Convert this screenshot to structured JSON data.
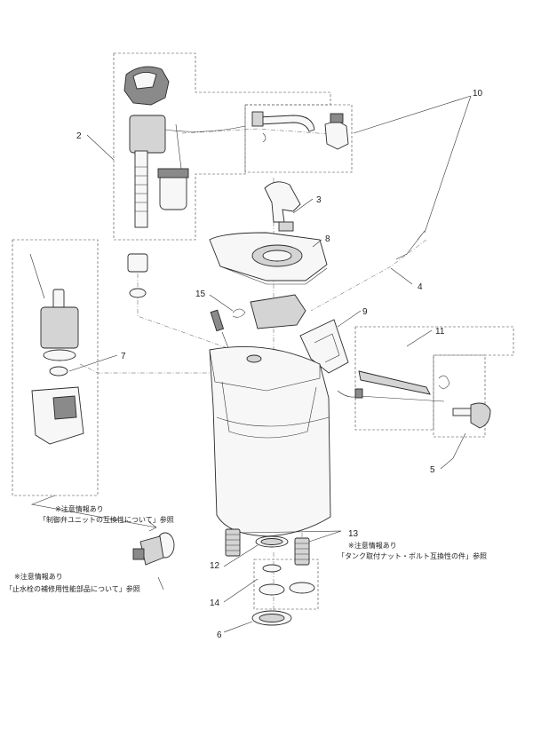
{
  "callouts": [
    "2",
    "10",
    "3",
    "8",
    "4",
    "15",
    "9",
    "7",
    "11",
    "5",
    "13",
    "12",
    "14",
    "6"
  ],
  "notes": {
    "control_unit": [
      "※注意情報あり",
      "「制御弁ユニットの互換性について」参照"
    ],
    "stop_valve": [
      "※注意情報あり",
      "「止水栓の補修用性能部品について」参照"
    ],
    "tank_nut": [
      "※注意情報あり",
      "「タンク取付ナット・ボルト互換性の件」参照"
    ]
  }
}
